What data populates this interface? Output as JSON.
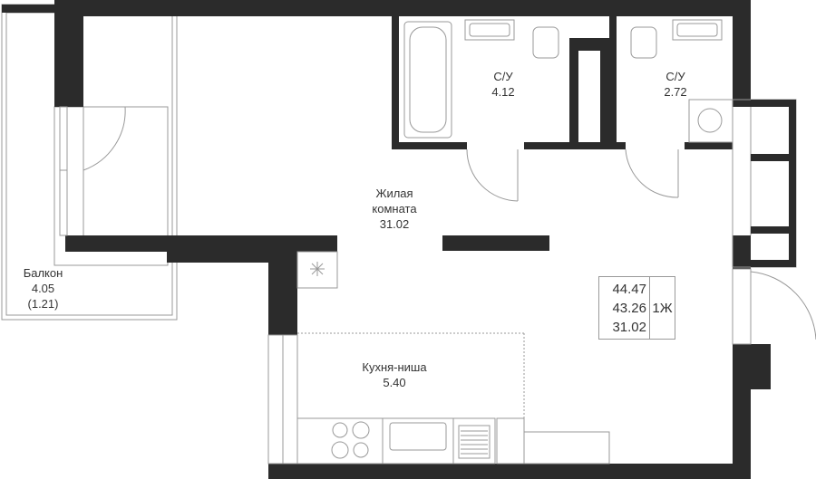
{
  "colors": {
    "wall": "#2b2b2b",
    "line": "#999999"
  },
  "rooms": {
    "living": {
      "name_line1": "Жилая",
      "name_line2": "комната",
      "area": "31.02"
    },
    "bathroom1": {
      "name": "С/У",
      "area": "4.12"
    },
    "bathroom2": {
      "name": "С/У",
      "area": "2.72"
    },
    "balcony": {
      "name": "Балкон",
      "area": "4.05",
      "area_reduced": "(1.21)"
    },
    "kitchen": {
      "name": "Кухня-ниша",
      "area": "5.40"
    }
  },
  "summary": {
    "total_area": "44.47",
    "reduced_area": "43.26",
    "living_area": "31.02",
    "type": "1Ж"
  }
}
